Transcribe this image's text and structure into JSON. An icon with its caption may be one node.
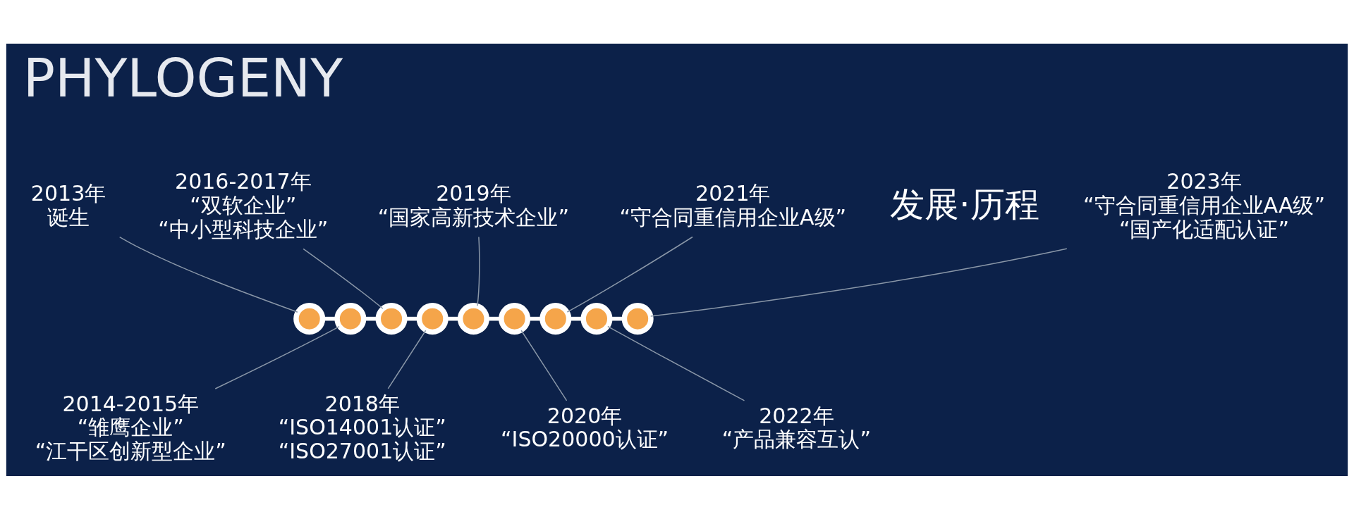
{
  "diagram": {
    "title": "PHYLOGENY",
    "nodes": [
      {
        "text": [
          "2013年",
          "诞生"
        ]
      },
      {
        "text": [],
        "shape": "circle"
      },
      {
        "text": [
          "2014-2015年",
          "“雏鹰企业”",
          "“江干区创新型企业”"
        ]
      },
      {
        "text": [],
        "shape": "circle"
      },
      {
        "text": [
          "2016-2017年",
          "“双软企业”",
          "“中小型科技企业”"
        ]
      },
      {
        "text": [],
        "shape": "circle"
      },
      {
        "text": [
          "2018年",
          "“ISO14001认证”",
          "“ISO27001认证”"
        ]
      },
      {
        "text": [],
        "shape": "circle"
      },
      {
        "text": [
          "2019年",
          "“国家高新技术企业”"
        ]
      },
      {
        "text": [],
        "shape": "circle"
      },
      {
        "text": [
          "2020年",
          "“ISO20000认证”"
        ]
      },
      {
        "text": [],
        "shape": "circle"
      },
      {
        "text": [
          "2021年",
          "“守合同重信用企业A级”"
        ]
      },
      {
        "text": [],
        "shape": "circle"
      },
      {
        "text": [
          "2022年",
          "“产品兼容互认”"
        ]
      },
      {
        "text": [],
        "shape": "circle"
      },
      {
        "text": [
          "2023年",
          "“守合同重信用企业AA级”",
          "“国产化适配认证”"
        ]
      },
      {
        "text": [],
        "shape": "circle"
      }
    ],
    "edges": [
      {
        "from": 1,
        "to": 3,
        "arrow": "none",
        "style": "thick",
        "color": "#ffffff"
      },
      {
        "from": 3,
        "to": 5,
        "arrow": "none",
        "style": "thick",
        "color": "#ffffff"
      },
      {
        "from": 5,
        "to": 7,
        "arrow": "none",
        "style": "thick",
        "color": "#ffffff"
      },
      {
        "from": 7,
        "to": 9,
        "arrow": "none",
        "style": "thick",
        "color": "#ffffff"
      },
      {
        "from": 9,
        "to": 11,
        "arrow": "none",
        "style": "thick",
        "color": "#ffffff"
      },
      {
        "from": 11,
        "to": 13,
        "arrow": "none",
        "style": "thick",
        "color": "#ffffff"
      },
      {
        "from": 13,
        "to": 15,
        "arrow": "none",
        "style": "thick",
        "color": "#ffffff"
      },
      {
        "from": 15,
        "to": 17,
        "arrow": "none",
        "style": "thick",
        "color": "#ffffff"
      },
      {
        "from": 1,
        "to": 0,
        "arrow": "none"
      },
      {
        "from": 3,
        "to": 2,
        "arrow": "none"
      },
      {
        "from": 5,
        "to": 4,
        "arrow": "none"
      },
      {
        "from": 7,
        "to": 6,
        "arrow": "none"
      },
      {
        "from": 9,
        "to": 8,
        "arrow": "none"
      },
      {
        "from": 11,
        "to": 10,
        "arrow": "none"
      },
      {
        "from": 13,
        "to": 12,
        "arrow": "none"
      },
      {
        "from": 15,
        "to": 14,
        "arrow": "none"
      },
      {
        "from": 17,
        "to": 16,
        "arrow": "none"
      }
    ],
    "labels": [
      "发展·历程"
    ]
  }
}
